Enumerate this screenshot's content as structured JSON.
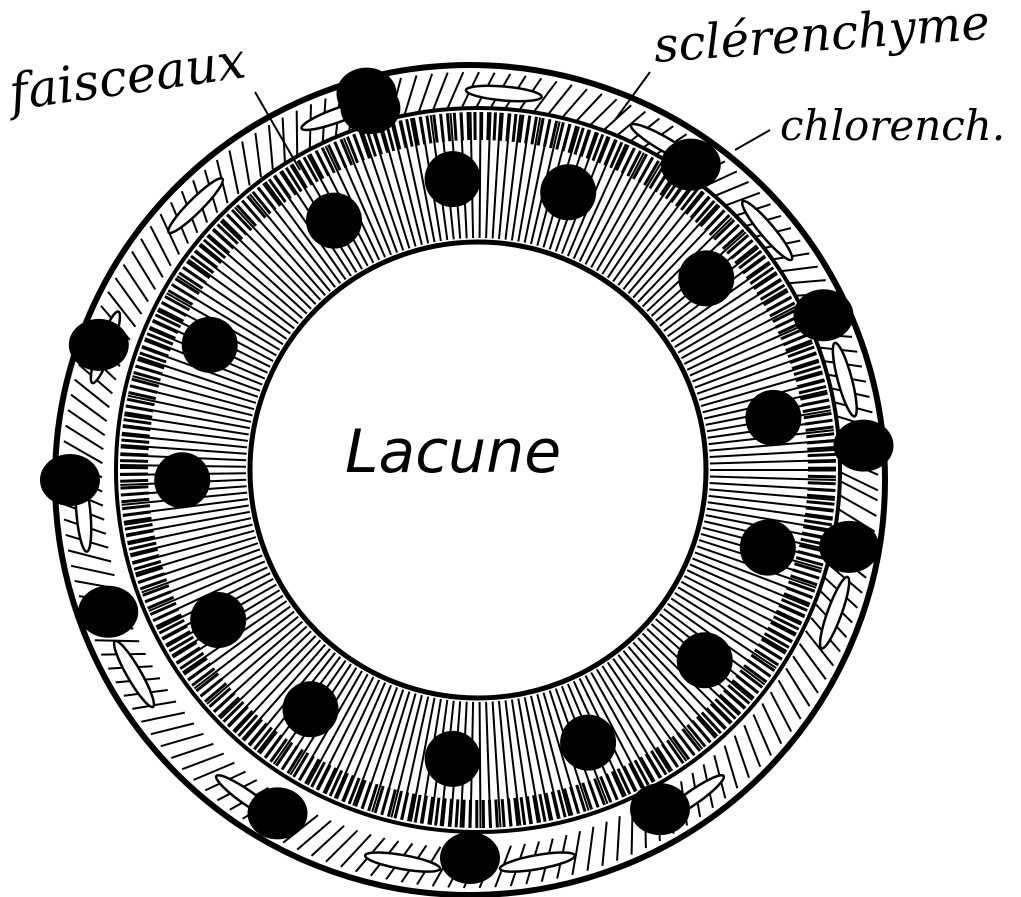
{
  "labels": {
    "faisceaux": "faisceaux",
    "sclerenchyme": "sclérenchyme",
    "chlorenchyme": "chlorench.",
    "lacune": "Lacune"
  },
  "colors": {
    "ink": "#000000",
    "paper": "#ffffff"
  }
}
